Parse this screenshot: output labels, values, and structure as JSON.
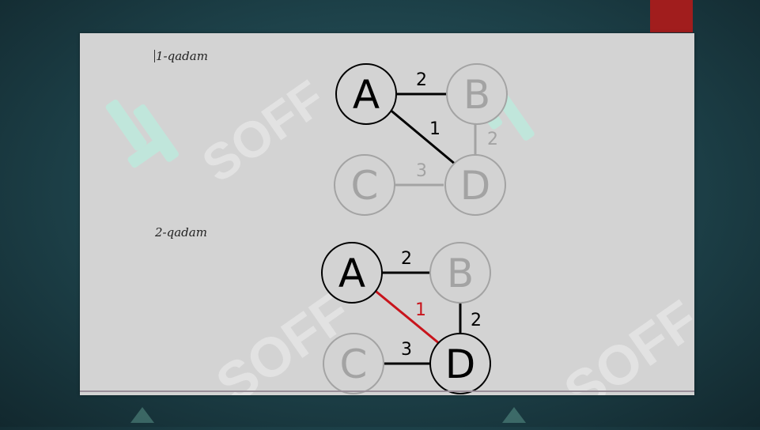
{
  "watermark": {
    "text": "SOFF",
    "color": "#bfe9dc"
  },
  "slide": {
    "step1": {
      "label": "1-qadam"
    },
    "step2": {
      "label": "2-qadam"
    }
  },
  "graph1": {
    "nodes": {
      "A": "A",
      "B": "B",
      "C": "C",
      "D": "D"
    },
    "edges": {
      "AB": "2",
      "AD": "1",
      "BD": "2",
      "CD": "3"
    }
  },
  "graph2": {
    "nodes": {
      "A": "A",
      "B": "B",
      "C": "C",
      "D": "D"
    },
    "edges": {
      "AB": "2",
      "AD": "1",
      "BD": "2",
      "CD": "3"
    }
  },
  "colors": {
    "accent": "#a11d1d",
    "selected_edge": "#c8141c",
    "active": "#000000",
    "inactive": "#a3a3a3"
  }
}
